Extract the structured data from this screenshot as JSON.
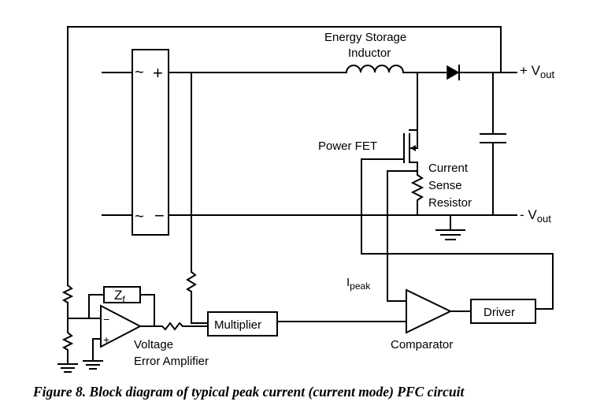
{
  "labels": {
    "inductor_line1": "Energy Storage",
    "inductor_line2": "Inductor",
    "vout_pos": "+ V",
    "vout_pos_sub": "out",
    "vout_neg": "- V",
    "vout_neg_sub": "out",
    "power_fet": "Power FET",
    "sense_line1": "Current",
    "sense_line2": "Sense",
    "sense_line3": "Resistor",
    "ipeak": "I",
    "ipeak_sub": "peak",
    "zf": "Z",
    "zf_sub": "f",
    "multiplier": "Multiplier",
    "driver": "Driver",
    "comparator": "Comparator",
    "vea_line1": "Voltage",
    "vea_line2": "Error Amplifier",
    "opamp_minus": "−",
    "opamp_plus": "+",
    "rect_ac_top": "~",
    "rect_plus": "+",
    "rect_ac_bottom": "~",
    "rect_minus": "−"
  },
  "caption": "Figure 8. Block diagram of typical peak current (current mode) PFC circuit"
}
